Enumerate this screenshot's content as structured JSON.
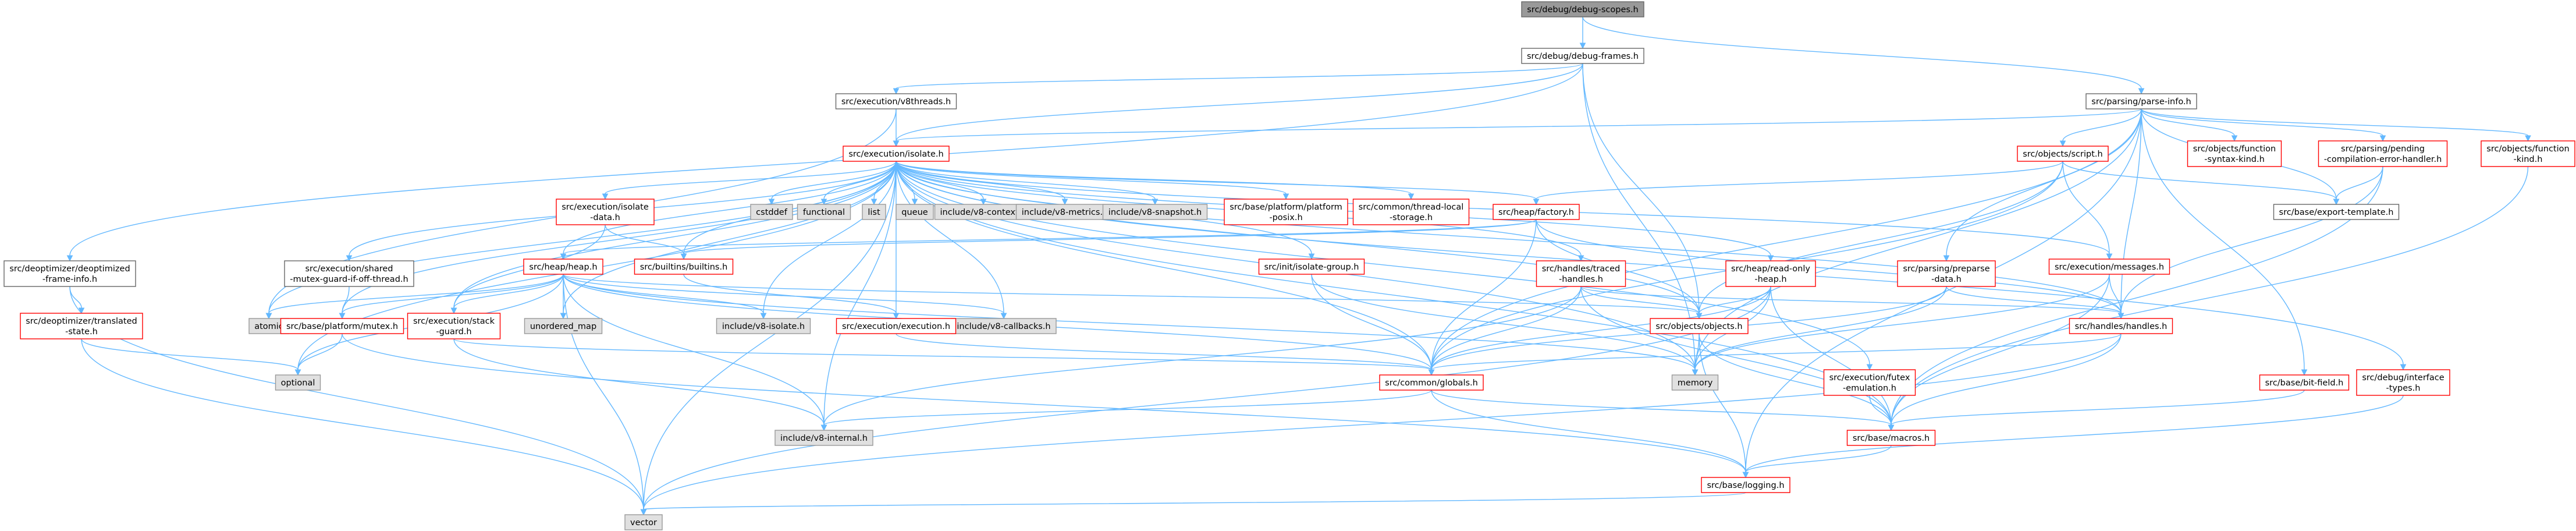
{
  "graph": {
    "colors": {
      "edge": "#63b8ff",
      "root_fill": "#999999",
      "border_normal": "#666666",
      "border_red": "#ff0000",
      "grey_fill": "#e0e0e0",
      "grey_border": "#999999"
    },
    "nodes": [
      {
        "id": "n0",
        "style": "root",
        "lines": [
          "src/debug/debug-scopes.h"
        ]
      },
      {
        "id": "n1",
        "style": "normal",
        "lines": [
          "src/debug/debug-frames.h"
        ]
      },
      {
        "id": "n2",
        "style": "normal",
        "lines": [
          "src/deoptimizer/deoptimized",
          "-frame-info.h"
        ]
      },
      {
        "id": "n3",
        "style": "red",
        "lines": [
          "src/deoptimizer/translated",
          "-state.h"
        ]
      },
      {
        "id": "n4",
        "style": "grey",
        "lines": [
          "vector"
        ]
      },
      {
        "id": "n5",
        "style": "normal",
        "lines": [
          "src/execution/v8threads.h"
        ]
      },
      {
        "id": "n6",
        "style": "red",
        "lines": [
          "src/execution/isolate.h"
        ]
      },
      {
        "id": "n7",
        "style": "normal",
        "lines": [
          "src/parsing/parse-info.h"
        ]
      },
      {
        "id": "n8",
        "style": "grey",
        "lines": [
          "atomic"
        ]
      },
      {
        "id": "n9",
        "style": "grey",
        "lines": [
          "cstddef"
        ]
      },
      {
        "id": "n10",
        "style": "grey",
        "lines": [
          "functional"
        ]
      },
      {
        "id": "n11",
        "style": "grey",
        "lines": [
          "list"
        ]
      },
      {
        "id": "n12",
        "style": "grey",
        "lines": [
          "queue"
        ]
      },
      {
        "id": "n13",
        "style": "grey",
        "lines": [
          "include/v8-context.h"
        ]
      },
      {
        "id": "n14",
        "style": "grey",
        "lines": [
          "include/v8-metrics.h"
        ]
      },
      {
        "id": "n15",
        "style": "grey",
        "lines": [
          "include/v8-snapshot.h"
        ]
      },
      {
        "id": "n16",
        "style": "red",
        "lines": [
          "src/base/platform/platform",
          "-posix.h"
        ]
      },
      {
        "id": "n17",
        "style": "red",
        "lines": [
          "src/common/thread-local",
          "-storage.h"
        ]
      },
      {
        "id": "n18",
        "style": "red",
        "lines": [
          "src/execution/isolate",
          "-data.h"
        ]
      },
      {
        "id": "n19",
        "style": "normal",
        "lines": [
          "src/execution/shared",
          "-mutex-guard-if-off-thread.h"
        ]
      },
      {
        "id": "n20",
        "style": "red",
        "lines": [
          "src/heap/factory.h"
        ]
      },
      {
        "id": "n21",
        "style": "red",
        "lines": [
          "src/builtins/builtins.h"
        ]
      },
      {
        "id": "n22",
        "style": "red",
        "lines": [
          "src/init/isolate-group.h"
        ]
      },
      {
        "id": "n23",
        "style": "red",
        "lines": [
          "src/heap/heap.h"
        ]
      },
      {
        "id": "n24",
        "style": "red",
        "lines": [
          "src/handles/traced",
          "-handles.h"
        ]
      },
      {
        "id": "n25",
        "style": "red",
        "lines": [
          "src/heap/read-only",
          "-heap.h"
        ]
      },
      {
        "id": "n26",
        "style": "red",
        "lines": [
          "src/objects/script.h"
        ]
      },
      {
        "id": "n27",
        "style": "red",
        "lines": [
          "src/objects/function",
          "-syntax-kind.h"
        ]
      },
      {
        "id": "n28",
        "style": "red",
        "lines": [
          "src/parsing/pending",
          "-compilation-error-handler.h"
        ]
      },
      {
        "id": "n29",
        "style": "red",
        "lines": [
          "src/objects/function",
          "-kind.h"
        ]
      },
      {
        "id": "n30",
        "style": "normal",
        "lines": [
          "src/base/export-template.h"
        ]
      },
      {
        "id": "n31",
        "style": "red",
        "lines": [
          "src/execution/messages.h"
        ]
      },
      {
        "id": "n32",
        "style": "red",
        "lines": [
          "src/parsing/preparse",
          "-data.h"
        ]
      },
      {
        "id": "n33",
        "style": "grey",
        "lines": [
          "unordered_map"
        ]
      },
      {
        "id": "n34",
        "style": "red",
        "lines": [
          "src/base/platform/mutex.h"
        ]
      },
      {
        "id": "n35",
        "style": "red",
        "lines": [
          "src/execution/stack",
          "-guard.h"
        ]
      },
      {
        "id": "n36",
        "style": "grey",
        "lines": [
          "include/v8-isolate.h"
        ]
      },
      {
        "id": "n37",
        "style": "grey",
        "lines": [
          "include/v8-callbacks.h"
        ]
      },
      {
        "id": "n38",
        "style": "red",
        "lines": [
          "src/execution/execution.h"
        ]
      },
      {
        "id": "n39",
        "style": "red",
        "lines": [
          "src/objects/objects.h"
        ]
      },
      {
        "id": "n40",
        "style": "red",
        "lines": [
          "src/handles/handles.h"
        ]
      },
      {
        "id": "n41",
        "style": "grey",
        "lines": [
          "optional"
        ]
      },
      {
        "id": "n42",
        "style": "grey",
        "lines": [
          "memory"
        ]
      },
      {
        "id": "n43",
        "style": "red",
        "lines": [
          "src/common/globals.h"
        ]
      },
      {
        "id": "n44",
        "style": "red",
        "lines": [
          "src/execution/futex",
          "-emulation.h"
        ]
      },
      {
        "id": "n45",
        "style": "red",
        "lines": [
          "src/base/bit-field.h"
        ]
      },
      {
        "id": "n46",
        "style": "red",
        "lines": [
          "src/debug/interface",
          "-types.h"
        ]
      },
      {
        "id": "n47",
        "style": "grey",
        "lines": [
          "include/v8-internal.h"
        ]
      },
      {
        "id": "n48",
        "style": "red",
        "lines": [
          "src/base/macros.h"
        ]
      },
      {
        "id": "n49",
        "style": "red",
        "lines": [
          "src/base/logging.h"
        ]
      }
    ],
    "edges": [
      [
        "n0",
        "n1"
      ],
      [
        "n0",
        "n7"
      ],
      [
        "n1",
        "n2"
      ],
      [
        "n1",
        "n5"
      ],
      [
        "n1",
        "n6"
      ],
      [
        "n1",
        "n42"
      ],
      [
        "n1",
        "n39"
      ],
      [
        "n2",
        "n3"
      ],
      [
        "n2",
        "n4"
      ],
      [
        "n3",
        "n4"
      ],
      [
        "n3",
        "n41"
      ],
      [
        "n5",
        "n6"
      ],
      [
        "n5",
        "n8"
      ],
      [
        "n7",
        "n6"
      ],
      [
        "n7",
        "n26"
      ],
      [
        "n7",
        "n27"
      ],
      [
        "n7",
        "n28"
      ],
      [
        "n7",
        "n29"
      ],
      [
        "n7",
        "n30"
      ],
      [
        "n7",
        "n32"
      ],
      [
        "n7",
        "n43"
      ],
      [
        "n7",
        "n49"
      ],
      [
        "n7",
        "n40"
      ],
      [
        "n7",
        "n45"
      ],
      [
        "n7",
        "n42"
      ],
      [
        "n6",
        "n8"
      ],
      [
        "n6",
        "n9"
      ],
      [
        "n6",
        "n10"
      ],
      [
        "n6",
        "n11"
      ],
      [
        "n6",
        "n12"
      ],
      [
        "n6",
        "n13"
      ],
      [
        "n6",
        "n14"
      ],
      [
        "n6",
        "n15"
      ],
      [
        "n6",
        "n16"
      ],
      [
        "n6",
        "n17"
      ],
      [
        "n6",
        "n18"
      ],
      [
        "n6",
        "n19"
      ],
      [
        "n6",
        "n20"
      ],
      [
        "n6",
        "n21"
      ],
      [
        "n6",
        "n22"
      ],
      [
        "n6",
        "n23"
      ],
      [
        "n6",
        "n24"
      ],
      [
        "n6",
        "n25"
      ],
      [
        "n6",
        "n31"
      ],
      [
        "n6",
        "n34"
      ],
      [
        "n6",
        "n35"
      ],
      [
        "n6",
        "n36"
      ],
      [
        "n6",
        "n37"
      ],
      [
        "n6",
        "n38"
      ],
      [
        "n6",
        "n39"
      ],
      [
        "n6",
        "n40"
      ],
      [
        "n6",
        "n41"
      ],
      [
        "n6",
        "n42"
      ],
      [
        "n6",
        "n43"
      ],
      [
        "n6",
        "n44"
      ],
      [
        "n6",
        "n46"
      ],
      [
        "n6",
        "n47"
      ],
      [
        "n6",
        "n48"
      ],
      [
        "n6",
        "n4"
      ],
      [
        "n6",
        "n33"
      ],
      [
        "n18",
        "n21"
      ],
      [
        "n18",
        "n35"
      ],
      [
        "n19",
        "n34"
      ],
      [
        "n20",
        "n23"
      ],
      [
        "n20",
        "n21"
      ],
      [
        "n20",
        "n40"
      ],
      [
        "n20",
        "n39"
      ],
      [
        "n20",
        "n43"
      ],
      [
        "n21",
        "n38"
      ],
      [
        "n22",
        "n43"
      ],
      [
        "n22",
        "n42"
      ],
      [
        "n23",
        "n8"
      ],
      [
        "n23",
        "n33"
      ],
      [
        "n23",
        "n34"
      ],
      [
        "n23",
        "n36"
      ],
      [
        "n23",
        "n37"
      ],
      [
        "n23",
        "n39"
      ],
      [
        "n23",
        "n41"
      ],
      [
        "n23",
        "n43"
      ],
      [
        "n23",
        "n42"
      ],
      [
        "n23",
        "n47"
      ],
      [
        "n23",
        "n4"
      ],
      [
        "n23",
        "n35"
      ],
      [
        "n24",
        "n39"
      ],
      [
        "n24",
        "n43"
      ],
      [
        "n24",
        "n47"
      ],
      [
        "n24",
        "n48"
      ],
      [
        "n24",
        "n40"
      ],
      [
        "n25",
        "n39"
      ],
      [
        "n25",
        "n43"
      ],
      [
        "n25",
        "n48"
      ],
      [
        "n25",
        "n42"
      ],
      [
        "n25",
        "n4"
      ],
      [
        "n26",
        "n20"
      ],
      [
        "n26",
        "n31"
      ],
      [
        "n26",
        "n39"
      ],
      [
        "n26",
        "n43"
      ],
      [
        "n26",
        "n30"
      ],
      [
        "n28",
        "n30"
      ],
      [
        "n28",
        "n40"
      ],
      [
        "n28",
        "n48"
      ],
      [
        "n29",
        "n48"
      ],
      [
        "n31",
        "n40"
      ],
      [
        "n31",
        "n42"
      ],
      [
        "n31",
        "n48"
      ],
      [
        "n32",
        "n40"
      ],
      [
        "n32",
        "n42"
      ],
      [
        "n32",
        "n43"
      ],
      [
        "n34",
        "n41"
      ],
      [
        "n34",
        "n49"
      ],
      [
        "n35",
        "n43"
      ],
      [
        "n35",
        "n47"
      ],
      [
        "n38",
        "n43"
      ],
      [
        "n39",
        "n49"
      ],
      [
        "n39",
        "n42"
      ],
      [
        "n39",
        "n48"
      ],
      [
        "n40",
        "n43"
      ],
      [
        "n40",
        "n48"
      ],
      [
        "n40",
        "n4"
      ],
      [
        "n43",
        "n47"
      ],
      [
        "n43",
        "n48"
      ],
      [
        "n43",
        "n49"
      ],
      [
        "n44",
        "n48"
      ],
      [
        "n45",
        "n48"
      ],
      [
        "n46",
        "n49"
      ],
      [
        "n48",
        "n49"
      ],
      [
        "n49",
        "n4"
      ]
    ]
  }
}
